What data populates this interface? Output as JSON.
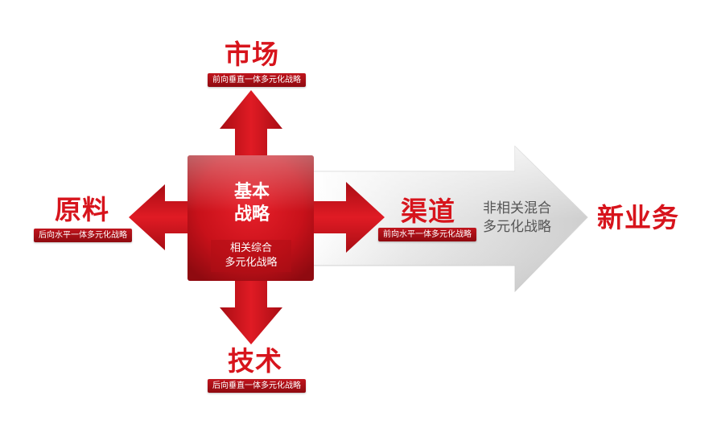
{
  "diagram": {
    "center": {
      "title_line1": "基本",
      "title_line2": "战略",
      "sub_line1": "相关综合",
      "sub_line2": "多元化战略"
    },
    "top": {
      "label": "市场",
      "tag": "前向垂直一体多元化战略"
    },
    "left": {
      "label": "原料",
      "tag": "后向水平一体多元化战略"
    },
    "bottom": {
      "label": "技术",
      "tag": "后向垂直一体多元化战略"
    },
    "right": {
      "label": "渠道",
      "tag": "前向水平一体多元化战略"
    },
    "big_arrow": {
      "line1": "非相关混合",
      "line2": "多元化战略"
    },
    "target": {
      "label": "新业务"
    },
    "colors": {
      "primary_red": "#d7141c",
      "dark_red": "#8f0a10",
      "gray_arrow": "#d9d9d9",
      "gray_text": "#555555"
    }
  }
}
